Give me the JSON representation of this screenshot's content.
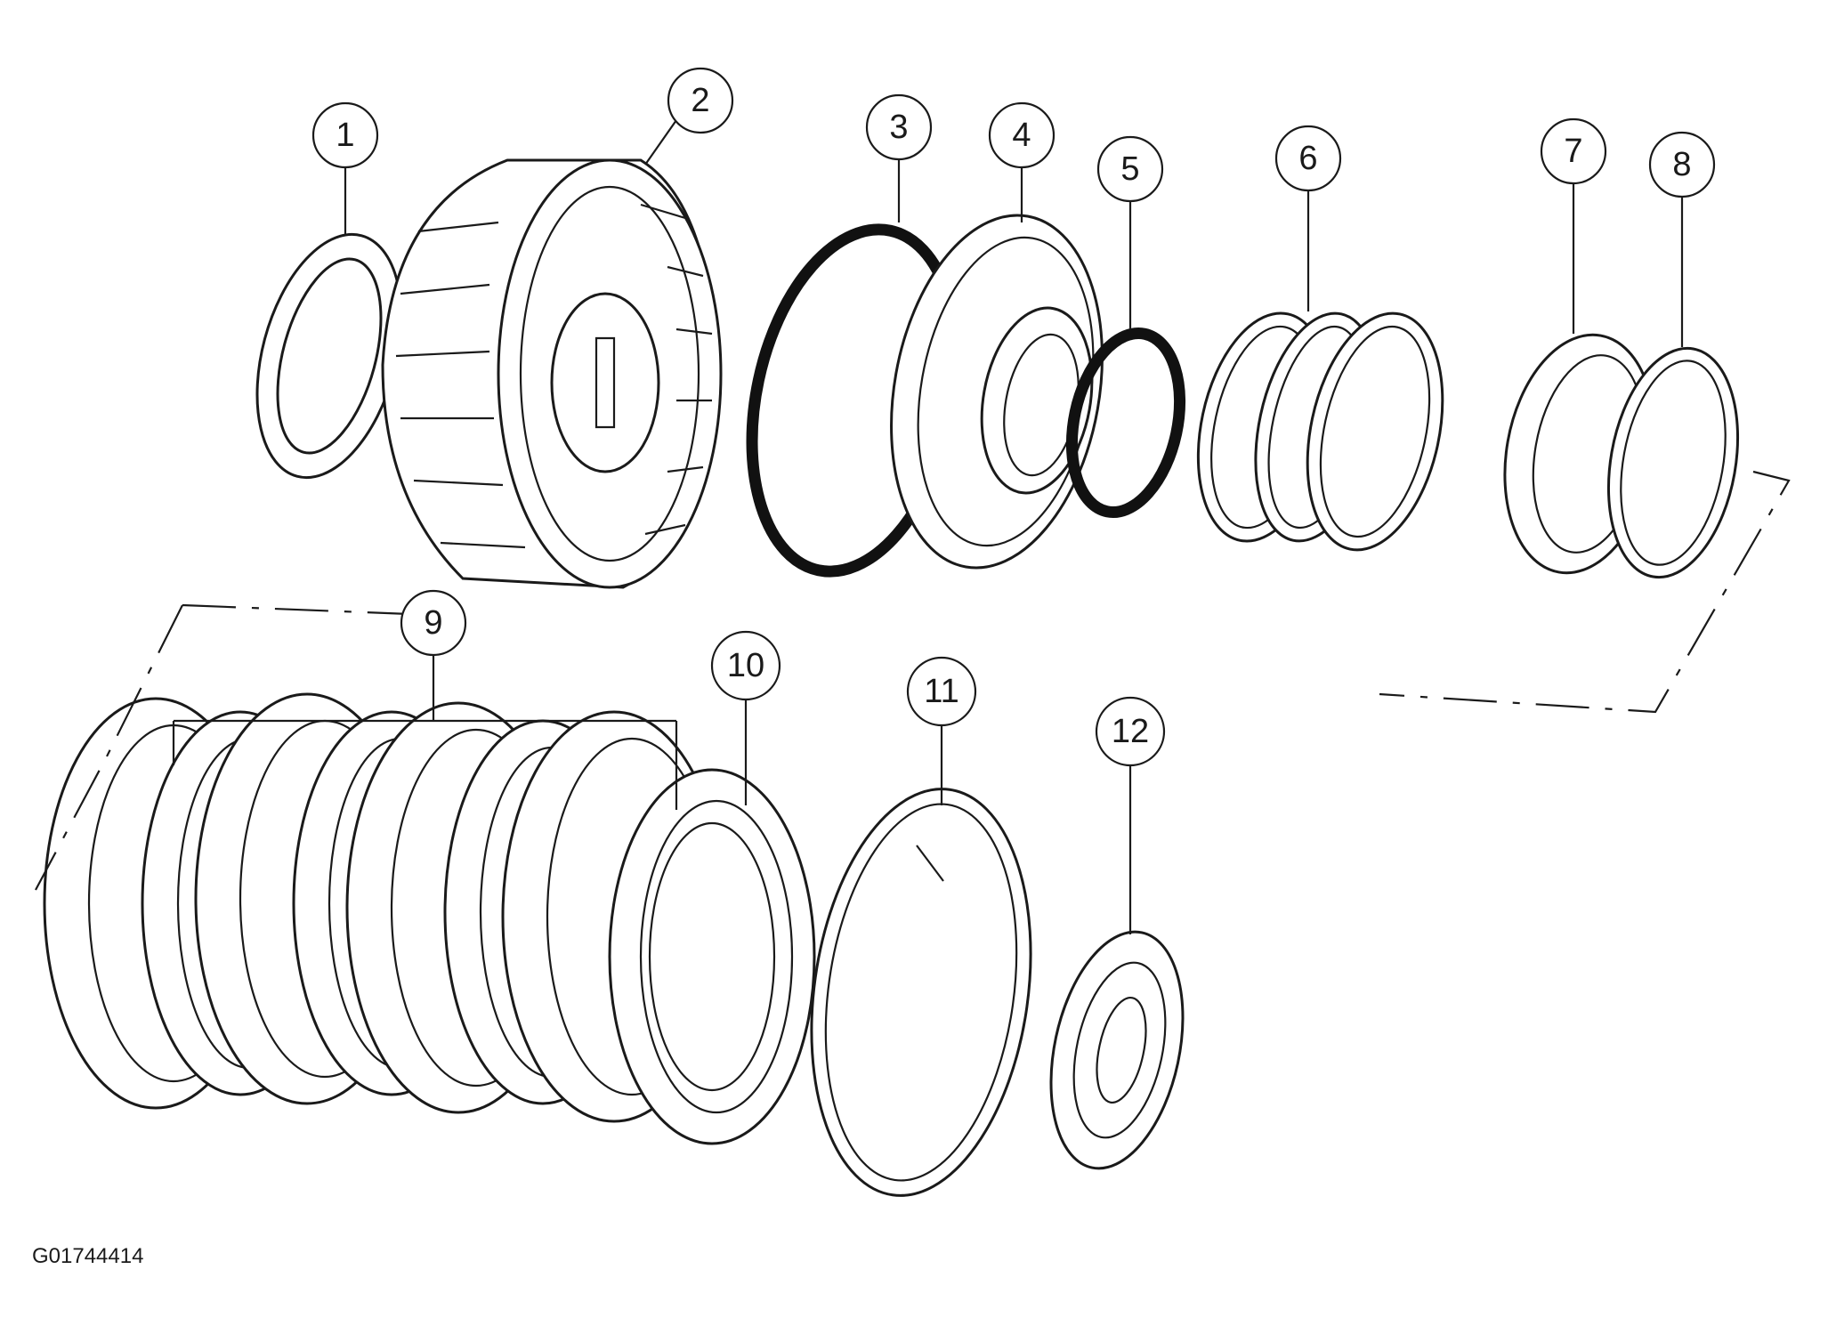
{
  "figure_id": "G01744414",
  "callouts": [
    "1",
    "2",
    "3",
    "4",
    "5",
    "6",
    "7",
    "8",
    "9",
    "10",
    "11",
    "12"
  ],
  "colors": {
    "line": "#1a1a1a",
    "background": "#ffffff"
  }
}
